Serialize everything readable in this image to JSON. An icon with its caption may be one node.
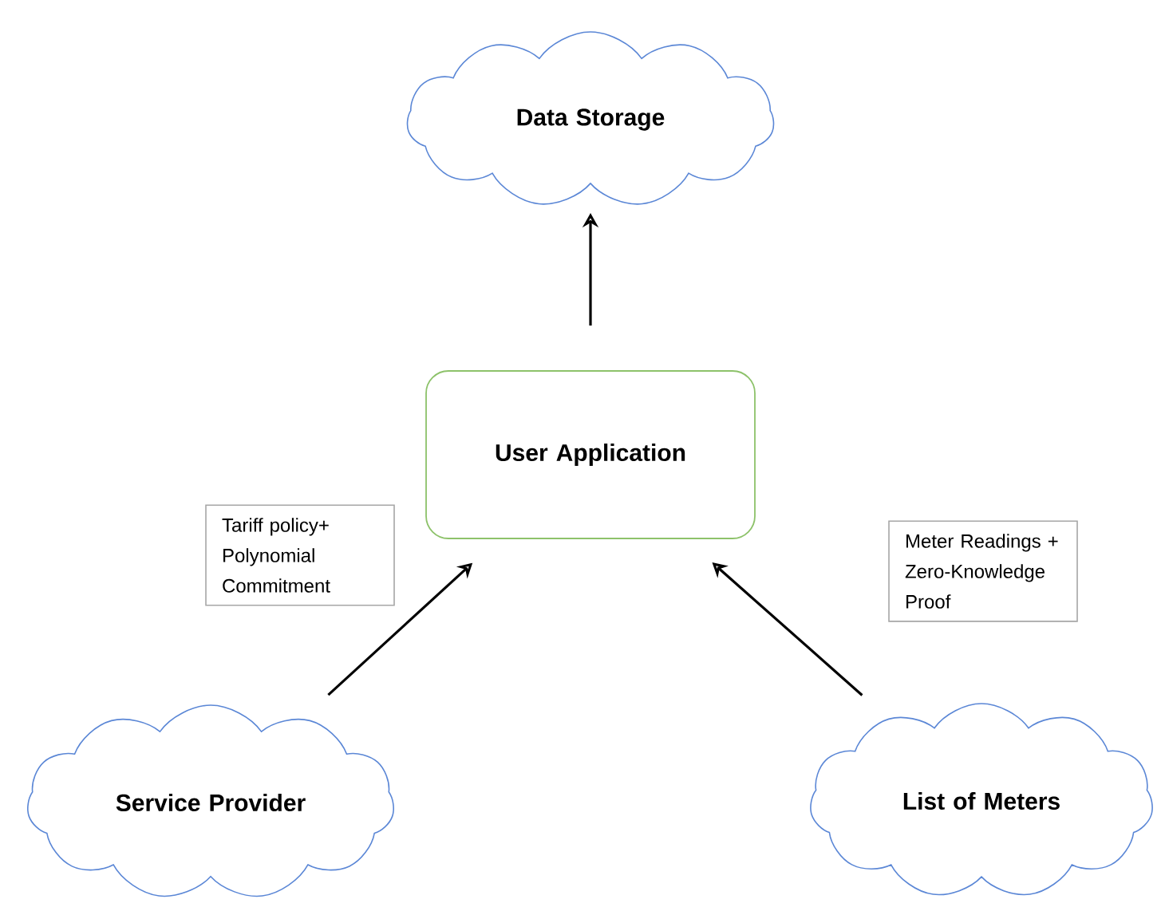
{
  "diagram": {
    "nodes": [
      {
        "text": [
          "Data Storage"
        ]
      },
      {
        "text": [
          "User Application"
        ]
      },
      {
        "text": [
          "Service Provider"
        ]
      },
      {
        "text": [
          "List of Meters"
        ]
      }
    ],
    "edges": [
      {
        "from": 1,
        "to": 0,
        "arrow": "to"
      },
      {
        "from": 2,
        "to": 1,
        "arrow": "to",
        "label": "Tariff policy+ Polynomial Commitment"
      },
      {
        "from": 3,
        "to": 1,
        "arrow": "to",
        "label": "Meter Readings + Zero-Knowledge Proof"
      }
    ]
  }
}
